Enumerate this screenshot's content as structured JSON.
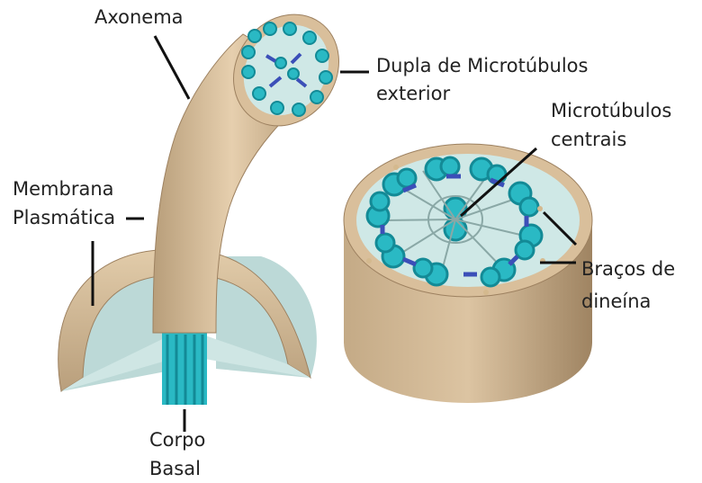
{
  "labels": {
    "axonema": "Axonema",
    "dupla_line1": "Dupla de Microtúbulos",
    "dupla_line2": "exterior",
    "centrais_line1": "Microtúbulos",
    "centrais_line2": "centrais",
    "membrana_line1": "Membrana",
    "membrana_line2": "Plasmática",
    "bracos_line1": "Braços de",
    "bracos_line2": "dineína",
    "corpo_line1": "Corpo",
    "corpo_line2": "Basal"
  },
  "colors": {
    "membrane": "#d9bf9b",
    "membrane_dark": "#b89e7a",
    "inner": "#cfe8e6",
    "microtubule": "#2ab9c4",
    "microtubule_dark": "#138a96",
    "dynein": "#3b4fb8",
    "leader": "#111111"
  }
}
